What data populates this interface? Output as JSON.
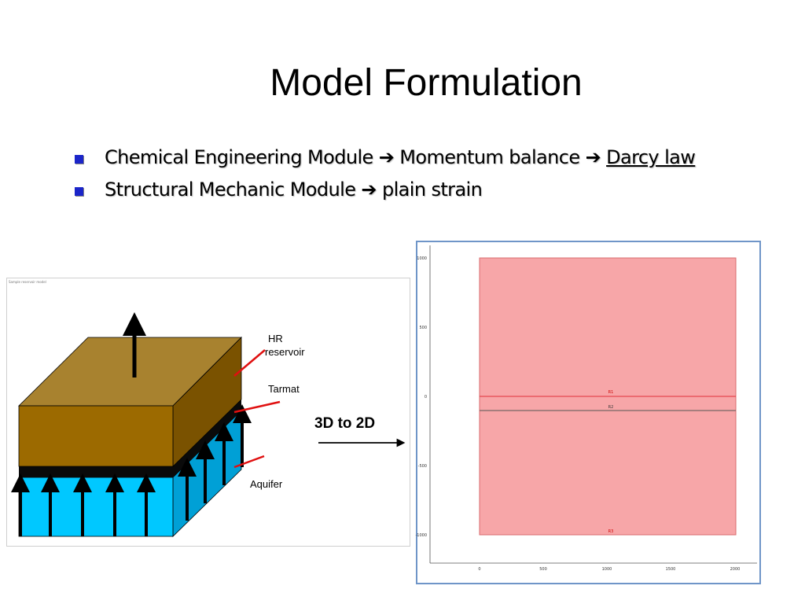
{
  "slide": {
    "title": "Model Formulation",
    "bullets": [
      {
        "a": "Chemical Engineering Module ",
        "arrow1": "➔",
        "b": " Momentum balance ",
        "arrow2": "➔",
        "c": "Darcy law"
      },
      {
        "a": "Structural Mechanic Module ",
        "arrow1": "➔",
        "b": " plain strain"
      }
    ]
  },
  "diagram3d": {
    "header": "Sample reservoir model",
    "labels": {
      "hr": "HR",
      "reservoir": "reservoir",
      "tarmat": "Tarmat",
      "aquifer": "Aquifer"
    }
  },
  "conversion": {
    "label": "3D to 2D"
  },
  "plot2d": {
    "y_ticks": [
      "1000",
      "500",
      "0",
      "-500",
      "-1000"
    ],
    "x_ticks": [
      "0",
      "500",
      "1000",
      "1500",
      "2000"
    ],
    "regions": [
      "R1",
      "R2",
      "R3"
    ]
  },
  "colors": {
    "bullet": "#1b25c9",
    "reservoir_top": "#a8822f",
    "reservoir_front": "#9c6a00",
    "reservoir_side": "#7a5200",
    "tarmat": "#0a0a0a",
    "aquifer_front": "#00c8ff",
    "aquifer_side": "#00a0d6",
    "pointer": "#e01010",
    "region_fill": "#f7a6a8",
    "region_edge": "#d86b6e"
  }
}
